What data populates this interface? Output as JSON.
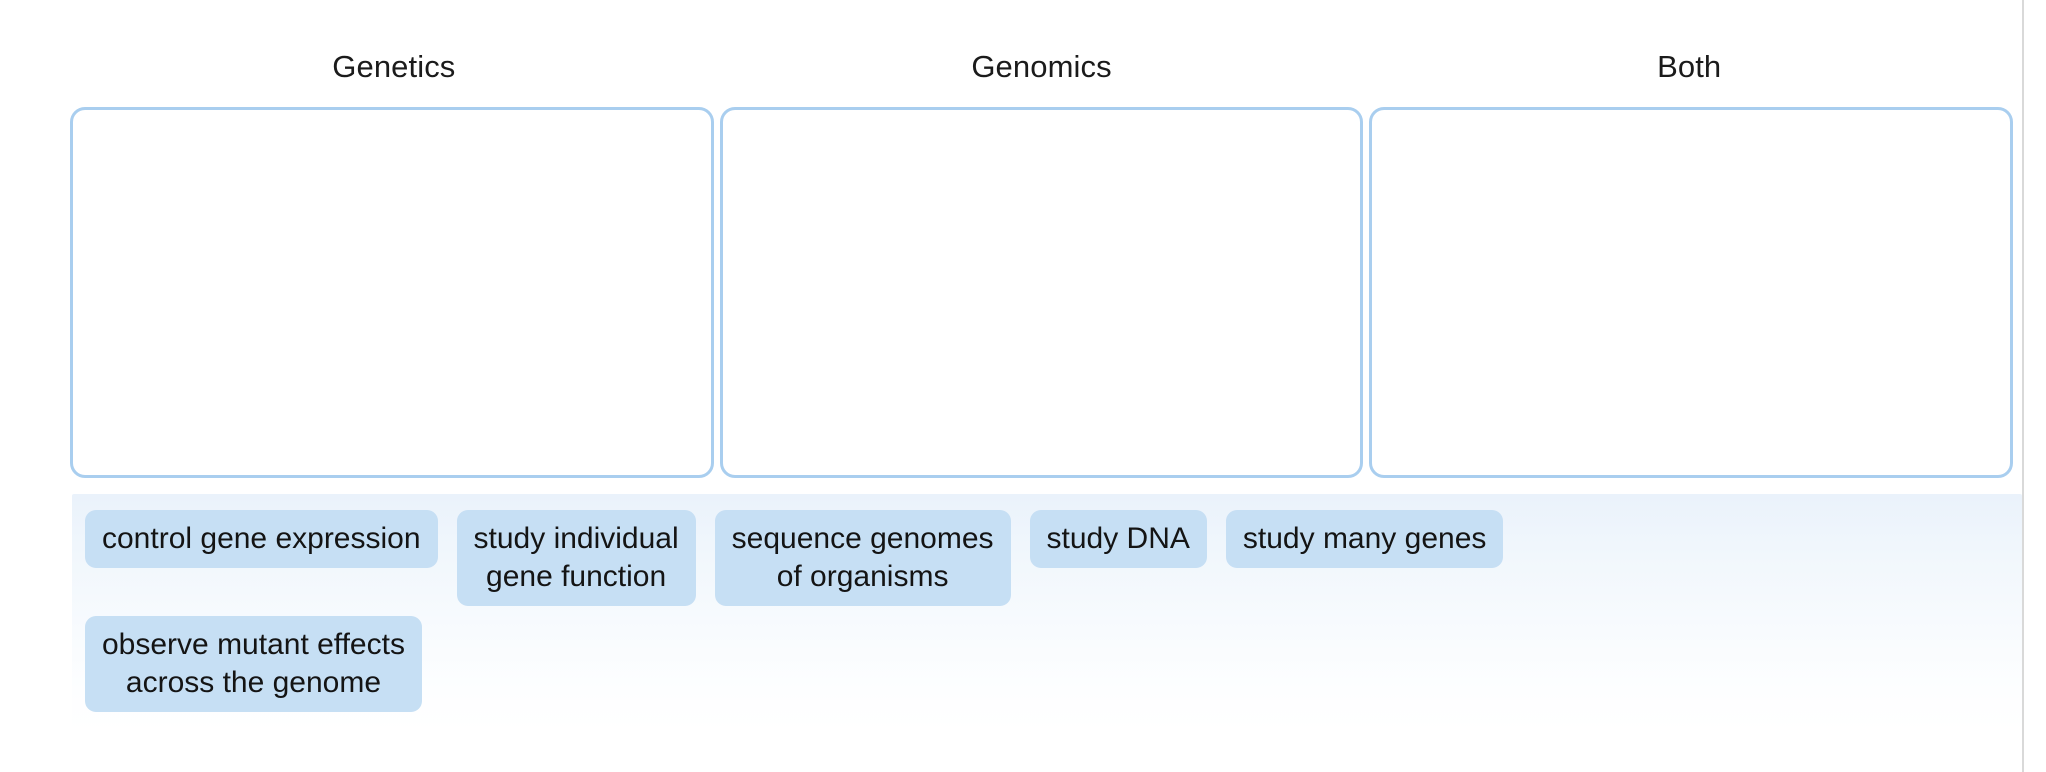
{
  "activity": {
    "type": "drag-and-drop-categorization",
    "columns": [
      {
        "label": "Genetics"
      },
      {
        "label": "Genomics"
      },
      {
        "label": "Both"
      }
    ],
    "tray": {
      "rows": [
        {
          "chips": [
            {
              "label": "control gene expression"
            },
            {
              "label": "study individual\ngene function"
            },
            {
              "label": "sequence genomes\nof organisms"
            },
            {
              "label": "study DNA"
            },
            {
              "label": "study many genes"
            }
          ]
        },
        {
          "chips": [
            {
              "label": "observe mutant effects\nacross the genome"
            }
          ]
        }
      ]
    }
  },
  "colors": {
    "chip_background": "#c6dff4",
    "dropzone_border": "#a9ceef",
    "text": "#141414",
    "tray_background_top": "#eaf2fb",
    "page_background": "#ffffff",
    "scrollbar_track": "#d9d9d9"
  }
}
